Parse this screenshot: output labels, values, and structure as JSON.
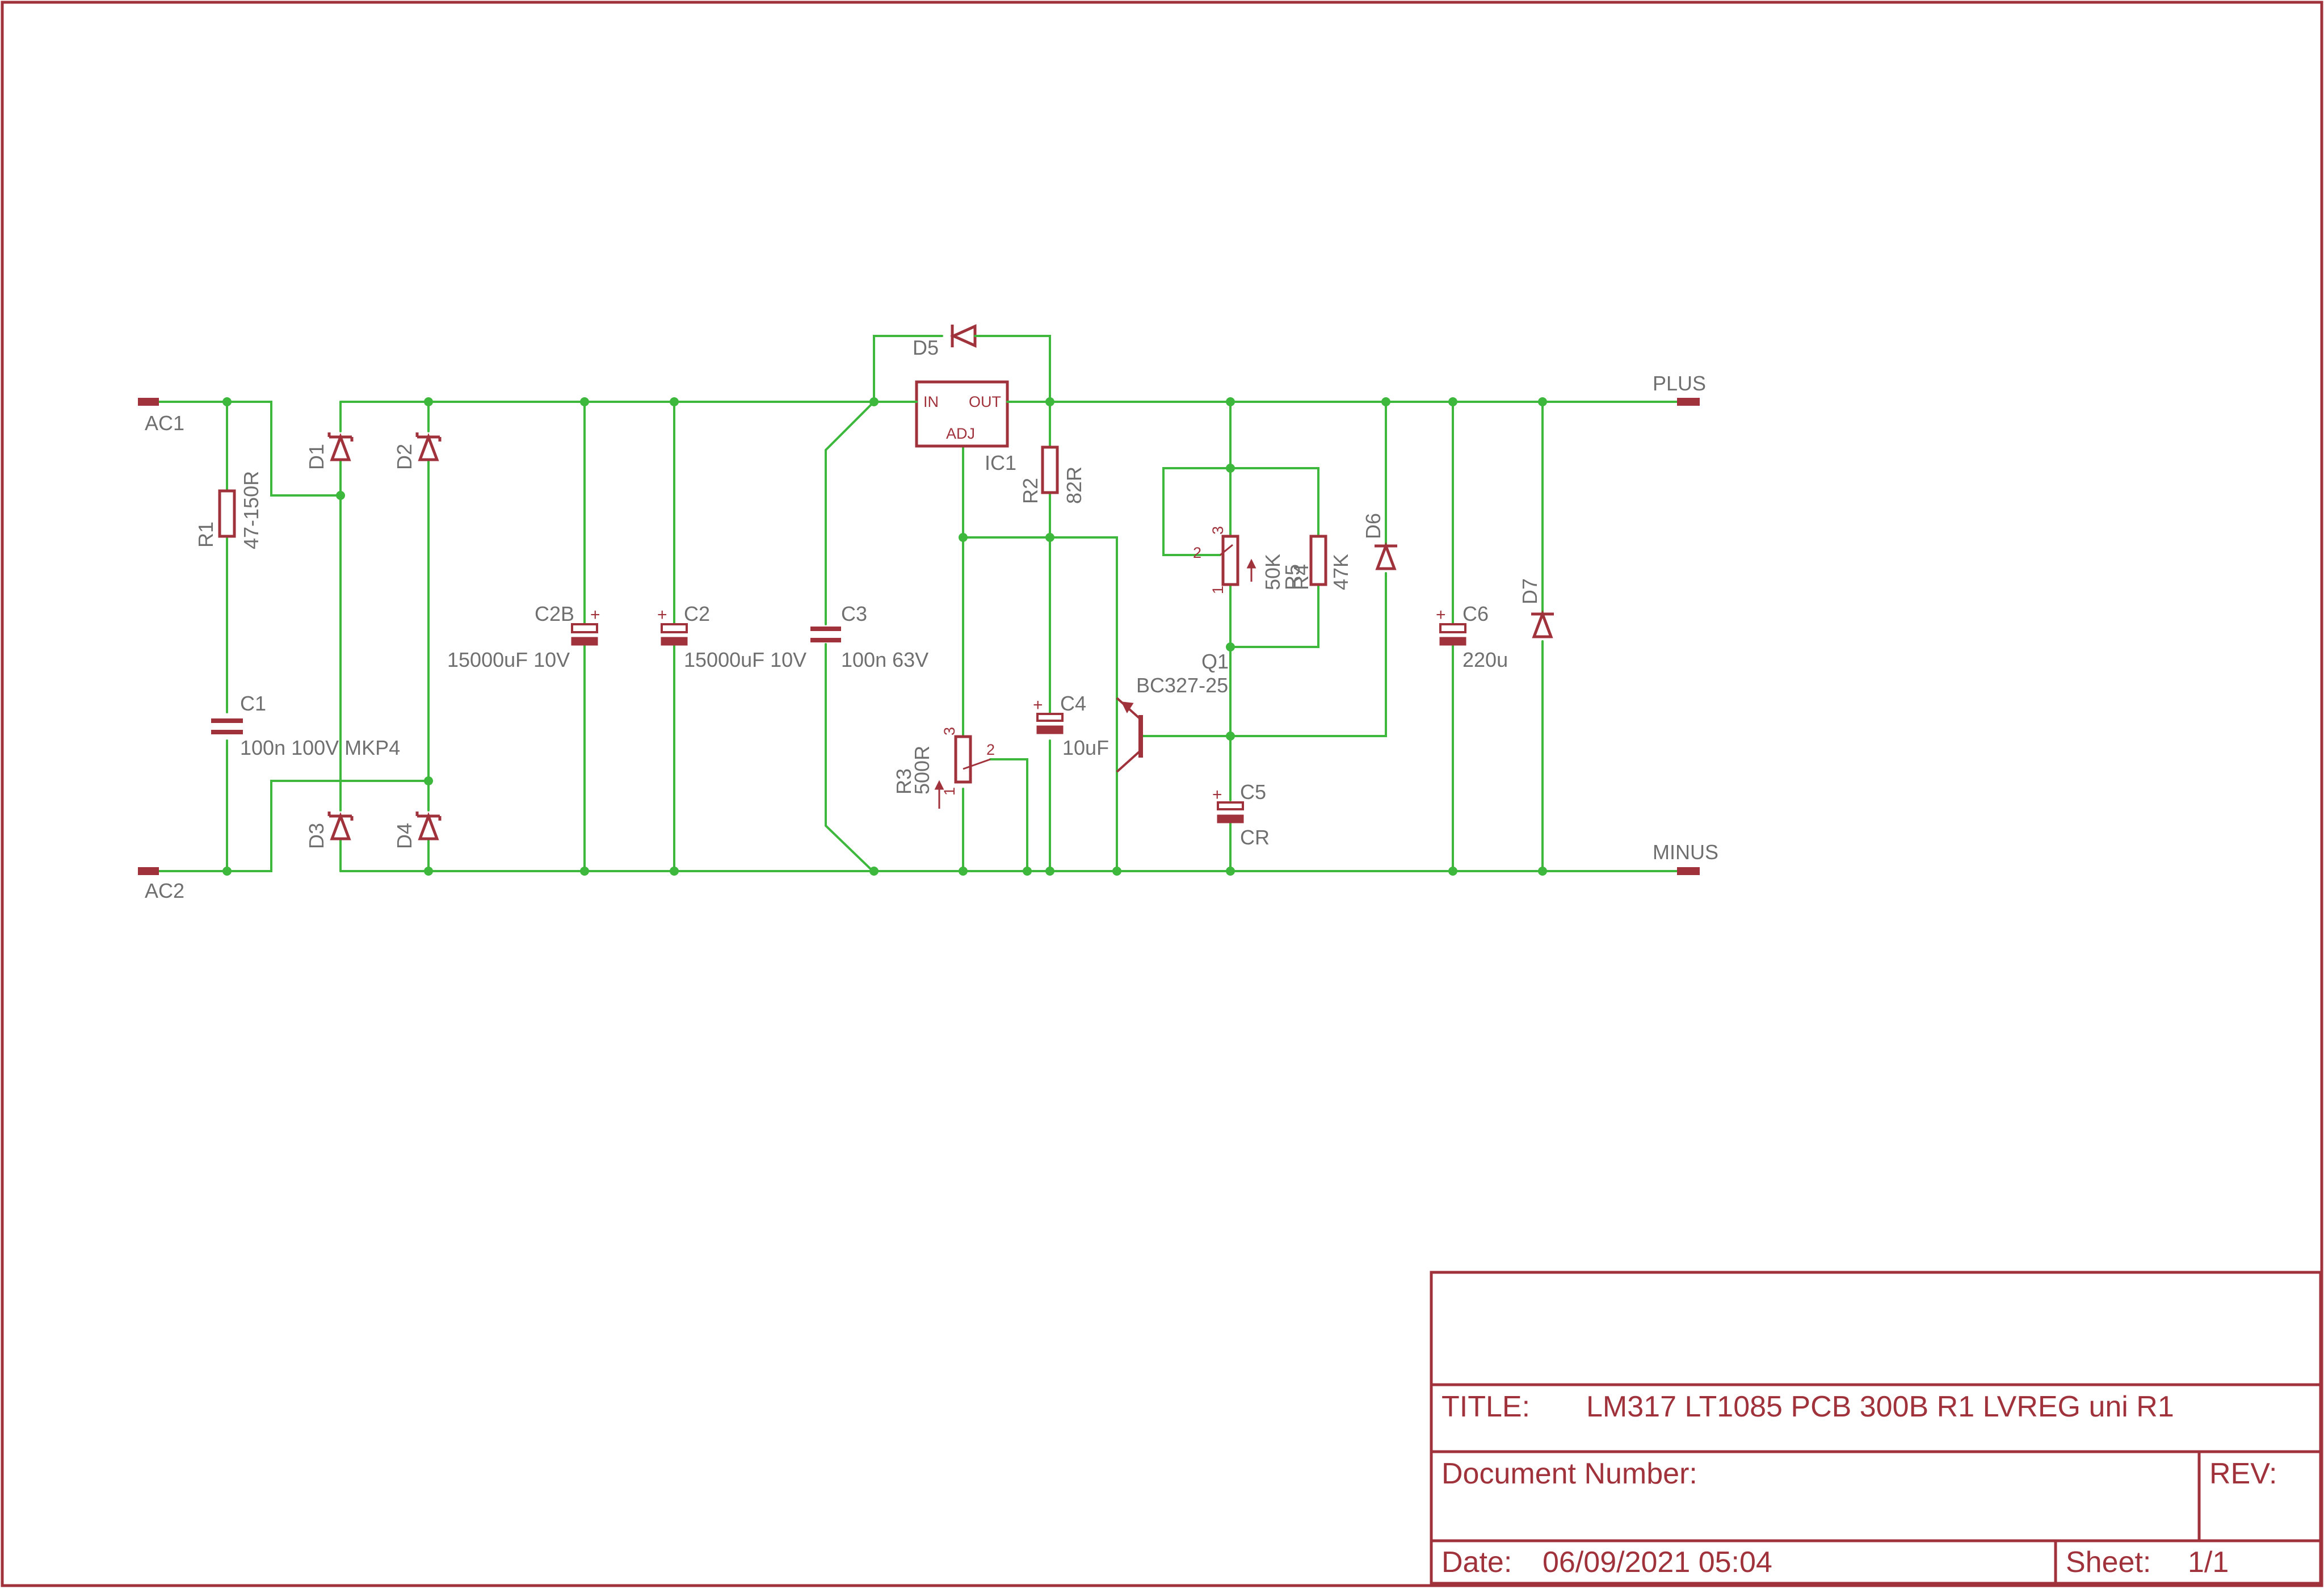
{
  "schematic": {
    "ports": {
      "ac1": "AC1",
      "ac2": "AC2",
      "plus": "PLUS",
      "minus": "MINUS"
    },
    "components": {
      "r1": {
        "name": "R1",
        "value": "47-150R"
      },
      "c1": {
        "name": "C1",
        "value": "100n 100V MKP4"
      },
      "d1": {
        "name": "D1"
      },
      "d2": {
        "name": "D2"
      },
      "d3": {
        "name": "D3"
      },
      "d4": {
        "name": "D4"
      },
      "c2b": {
        "name": "C2B",
        "value": "15000uF 10V"
      },
      "c2": {
        "name": "C2",
        "value": "15000uF 10V"
      },
      "c3": {
        "name": "C3",
        "value": "100n 63V"
      },
      "d5": {
        "name": "D5"
      },
      "ic1": {
        "name": "IC1",
        "pin_in": "IN",
        "pin_out": "OUT",
        "pin_adj": "ADJ"
      },
      "r2": {
        "name": "R2",
        "value": "82R"
      },
      "r3": {
        "name": "R3",
        "value": "500R",
        "pin1": "1",
        "pin2": "2",
        "pin3": "3"
      },
      "c4": {
        "name": "C4",
        "value": "10uF"
      },
      "q1": {
        "name": "Q1",
        "value": "BC327-25"
      },
      "r5": {
        "name": "R5",
        "value": "50K",
        "pin1": "1",
        "pin2": "2",
        "pin3": "3"
      },
      "r4": {
        "name": "R4",
        "value": "47K"
      },
      "c5": {
        "name": "C5",
        "value": "CR"
      },
      "d6": {
        "name": "D6"
      },
      "c6": {
        "name": "C6",
        "value": "220u"
      },
      "d7": {
        "name": "D7"
      }
    },
    "plus_sign": "+"
  },
  "title_block": {
    "title_label": "TITLE:",
    "title_value": "LM317 LT1085 PCB 300B R1 LVREG uni R1",
    "doc_label": "Document Number:",
    "rev_label": "REV:",
    "date_label": "Date:",
    "date_value": "06/09/2021 05:04",
    "sheet_label": "Sheet:",
    "sheet_value": "1/1"
  },
  "colors": {
    "frame": "#a0323c",
    "wire": "#3db83d",
    "text": "#6f6f6f"
  }
}
